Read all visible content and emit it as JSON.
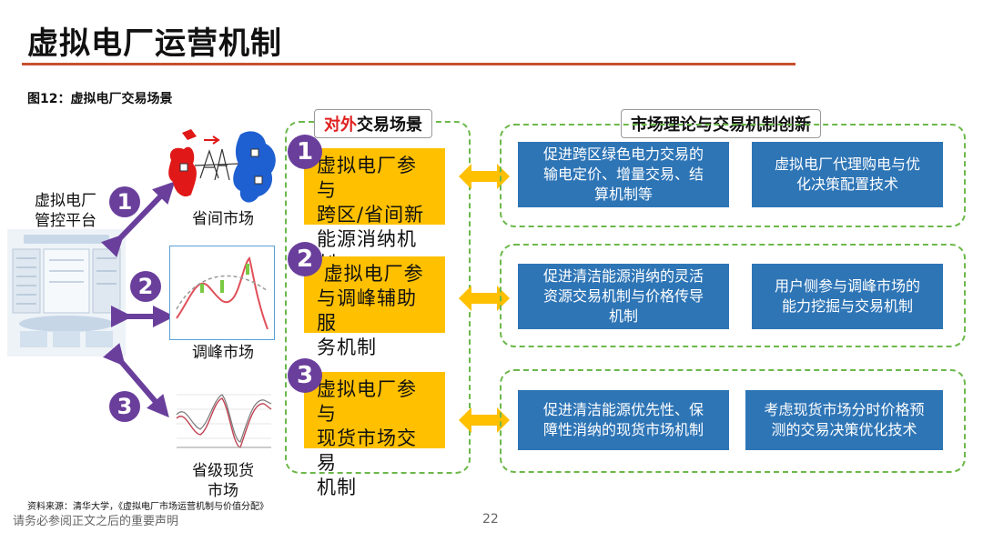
{
  "header": {
    "title": "虚拟电厂运营机制",
    "figure_caption": "图12：虚拟电厂交易场景"
  },
  "left": {
    "platform_label_line1": "虚拟电厂",
    "platform_label_line2": "管控平台",
    "markets": [
      {
        "num": "1",
        "label": "省间市场"
      },
      {
        "num": "2",
        "label": "调峰市场"
      },
      {
        "num": "3",
        "label_line1": "省级现货",
        "label_line2": "市场"
      }
    ]
  },
  "external": {
    "header_red": "对外",
    "header_rest": "交易场景",
    "scenarios": [
      {
        "num": "1",
        "line1": "虚拟电厂参与",
        "line2": "跨区/省间新",
        "line3": "能源消纳机制"
      },
      {
        "num": "2",
        "line1": " 虚拟电厂参",
        "line2": "与调峰辅助服",
        "line3": "务机制"
      },
      {
        "num": "3",
        "line1": "虚拟电厂参与",
        "line2": "现货市场交易",
        "line3": "机制"
      }
    ]
  },
  "innovation": {
    "header": "市场理论与交易机制创新",
    "rows": [
      {
        "left_lines": [
          "促进跨区绿色电力交易的",
          "输电定价、增量交易、结",
          "算机制等"
        ],
        "right_lines": [
          "虚拟电厂代理购电与优",
          "化决策配置技术"
        ]
      },
      {
        "left_lines": [
          "促进清洁能源消纳的灵活",
          "资源交易机制与价格传导",
          "机制"
        ],
        "right_lines": [
          "用户侧参与调峰市场的",
          "能力挖掘与交易机制"
        ]
      },
      {
        "left_lines": [
          "促进清洁能源优先性、保",
          "障性消纳的现货市场机制"
        ],
        "right_lines": [
          "考虑现货市场分时价格预",
          "测的交易决策优化技术"
        ]
      }
    ]
  },
  "footer": {
    "source": "资料来源：清华大学，《虚拟电厂市场运营机制与价值分配》",
    "disclaimer": "请务必参阅正文之后的重要声明",
    "page": "22"
  },
  "colors": {
    "accent_rule": "#c8502e",
    "purple": "#6a3f9c",
    "orange": "#ffc000",
    "blue": "#2e75b6",
    "green_dash": "#6cb84a",
    "arrow_yellow": "#ffc000"
  }
}
